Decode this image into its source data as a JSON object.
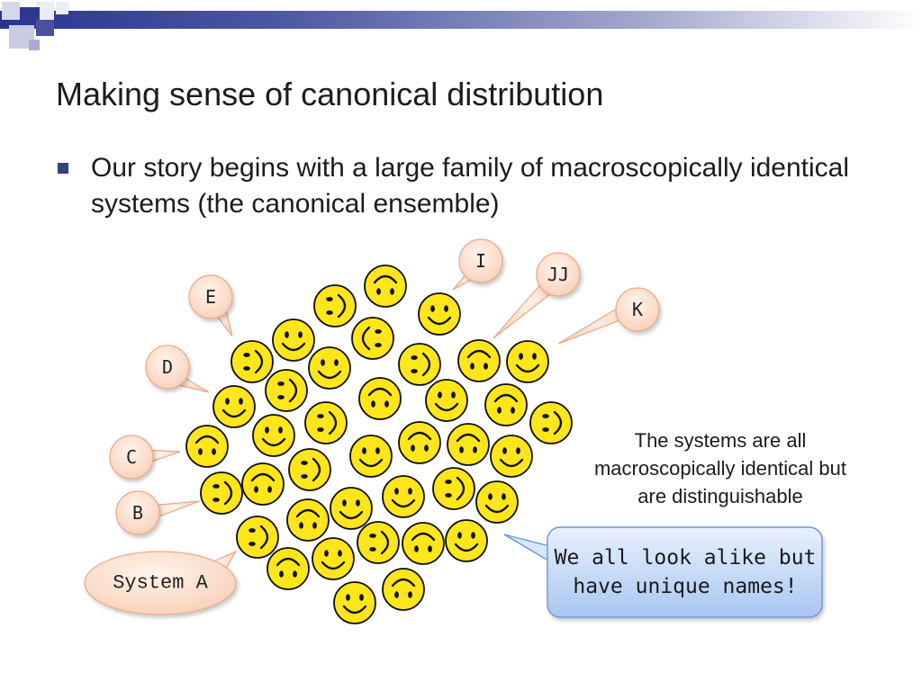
{
  "slide": {
    "title": "Making sense of canonical distribution",
    "bullet": "Our story begins with a large family of macroscopically identical systems (the canonical ensemble)",
    "side_note": "The systems are all macroscopically identical but are distinguishable",
    "speech_bubble": "We all look alike but have unique names!"
  },
  "labels": {
    "a": "System A",
    "b": "B",
    "c": "C",
    "d": "D",
    "e": "E",
    "i": "I",
    "jj": "JJ",
    "k": "K"
  },
  "colors": {
    "title_bar_dark": "#2a3490",
    "bullet_marker": "#31437f",
    "smiley_fill": "#ffe61a",
    "label_bubble_fill": "#fde3d3",
    "label_bubble_stroke": "#e8a888",
    "speech_bubble_fill": "#c6daf8",
    "speech_bubble_stroke": "#6f95cf"
  },
  "icons": {
    "face": "smiley-face-icon",
    "bullet": "square-bullet-icon"
  }
}
